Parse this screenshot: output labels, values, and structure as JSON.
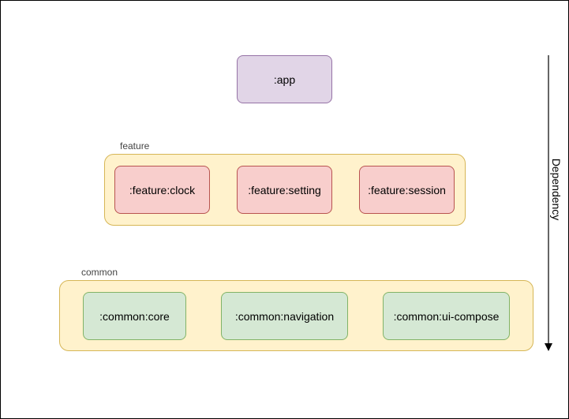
{
  "diagram": {
    "app_node": ":app",
    "feature_group": {
      "label": "feature",
      "nodes": [
        ":feature:clock",
        ":feature:setting",
        ":feature:session"
      ]
    },
    "common_group": {
      "label": "common",
      "nodes": [
        ":common:core",
        ":common:navigation",
        ":common:ui-compose"
      ]
    },
    "arrow_label": "Dependency"
  }
}
